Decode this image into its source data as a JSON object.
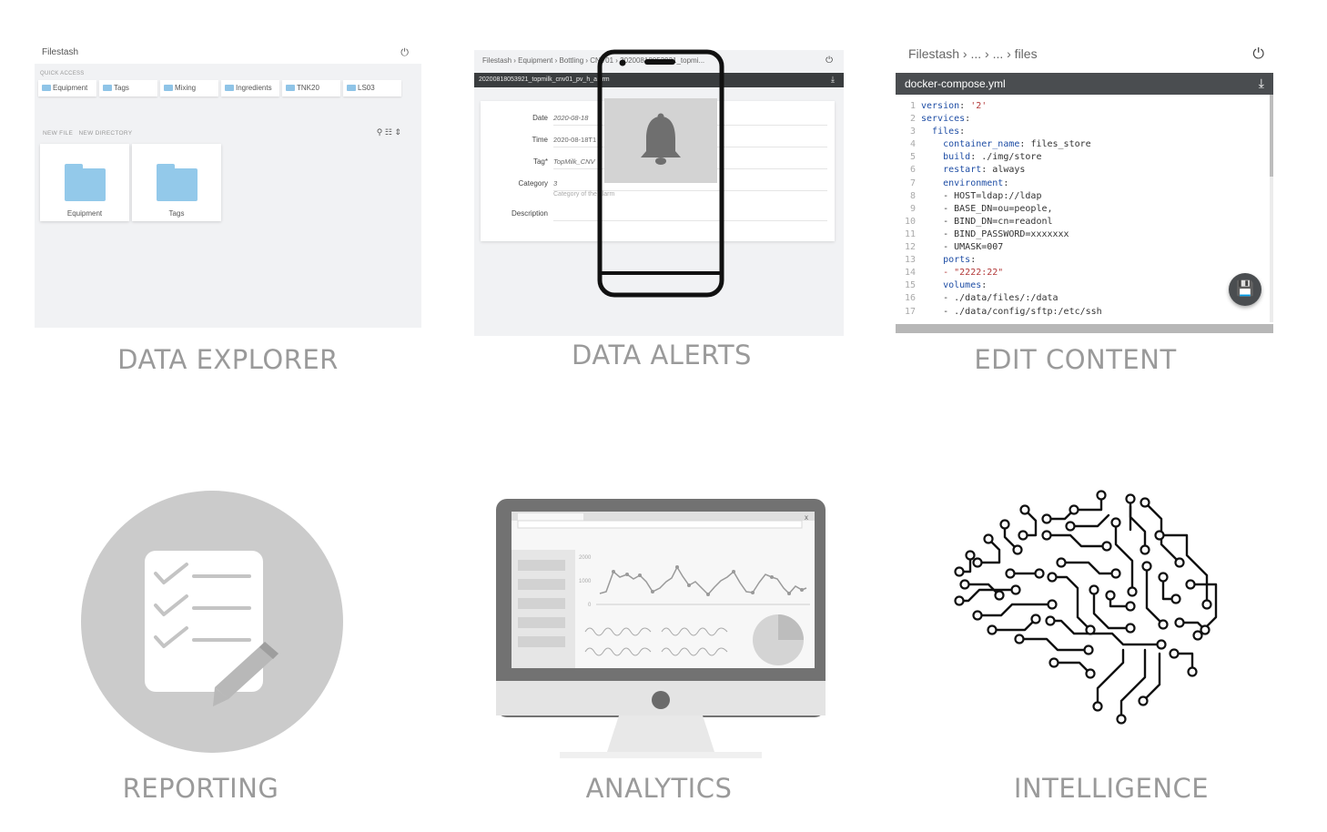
{
  "captions": {
    "explorer": "DATA EXPLORER",
    "alerts": "DATA ALERTS",
    "edit": "EDIT CONTENT",
    "reporting": "REPORTING",
    "analytics": "ANALYTICS",
    "intelligence": "INTELLIGENCE"
  },
  "explorer": {
    "brand": "Filestash",
    "power_icon": "⏻",
    "quick_access_label": "QUICK ACCESS",
    "quick_access": [
      "Equipment",
      "Tags",
      "Mixing",
      "Ingredients",
      "TNK20",
      "LS03"
    ],
    "new_file": "NEW FILE",
    "new_directory": "NEW DIRECTORY",
    "tools": "⚲ ☷ ⇕",
    "folders": [
      "Equipment",
      "Tags"
    ]
  },
  "alerts": {
    "breadcrumb": "Filestash  ›  Equipment  ›  Bottling  ›  CNV01  ›  20200818053921_topmi...",
    "power_icon": "⏻",
    "file_title": "20200818053921_topmilk_cnv01_pv_h_alarm",
    "download_icon": "⤓",
    "fields": {
      "date_label": "Date",
      "date_value": "2020-08-18",
      "time_label": "Time",
      "time_value": "2020-08-18T1",
      "tag_label": "Tag*",
      "tag_value": "TopMilk_CNV",
      "category_label": "Category",
      "category_value": "3",
      "category_hint": "Category of the alarm",
      "description_label": "Description"
    }
  },
  "editor": {
    "breadcrumb": "Filestash  ›  ...  ›  ...  ›  files",
    "power_icon": "⏻",
    "filename": "docker-compose.yml",
    "download_icon": "⤓",
    "save_icon": "💾",
    "lines": [
      {
        "n": "1",
        "ind": "",
        "key": "version",
        "sep": ": ",
        "val": "'2'",
        "vt": "s"
      },
      {
        "n": "2",
        "ind": "",
        "key": "services",
        "sep": ":",
        "val": "",
        "vt": "p"
      },
      {
        "n": "3",
        "ind": "  ",
        "key": "files",
        "sep": ":",
        "val": "",
        "vt": "p"
      },
      {
        "n": "4",
        "ind": "    ",
        "key": "container_name",
        "sep": ": ",
        "val": "files_store",
        "vt": "p"
      },
      {
        "n": "5",
        "ind": "    ",
        "key": "build",
        "sep": ": ",
        "val": "./img/store",
        "vt": "p"
      },
      {
        "n": "6",
        "ind": "    ",
        "key": "restart",
        "sep": ": ",
        "val": "always",
        "vt": "p"
      },
      {
        "n": "7",
        "ind": "    ",
        "key": "environment",
        "sep": ":",
        "val": "",
        "vt": "p"
      },
      {
        "n": "8",
        "ind": "    ",
        "key": "",
        "sep": "",
        "val": "- HOST=ldap://ldap",
        "vt": "p"
      },
      {
        "n": "9",
        "ind": "    ",
        "key": "",
        "sep": "",
        "val": "- BASE_DN=ou=people,",
        "vt": "p"
      },
      {
        "n": "10",
        "ind": "    ",
        "key": "",
        "sep": "",
        "val": "- BIND_DN=cn=readonl",
        "vt": "p"
      },
      {
        "n": "11",
        "ind": "    ",
        "key": "",
        "sep": "",
        "val": "- BIND_PASSWORD=xxxxxxx",
        "vt": "p"
      },
      {
        "n": "12",
        "ind": "    ",
        "key": "",
        "sep": "",
        "val": "- UMASK=007",
        "vt": "p"
      },
      {
        "n": "13",
        "ind": "    ",
        "key": "ports",
        "sep": ":",
        "val": "",
        "vt": "p"
      },
      {
        "n": "14",
        "ind": "    ",
        "key": "",
        "sep": "",
        "val": "- \"2222:22\"",
        "vt": "s"
      },
      {
        "n": "15",
        "ind": "    ",
        "key": "volumes",
        "sep": ":",
        "val": "",
        "vt": "p"
      },
      {
        "n": "16",
        "ind": "    ",
        "key": "",
        "sep": "",
        "val": "- ./data/files/:/data",
        "vt": "p"
      },
      {
        "n": "17",
        "ind": "    ",
        "key": "",
        "sep": "",
        "val": "- ./data/config/sftp:/etc/ssh",
        "vt": "p"
      }
    ]
  },
  "analytics": {
    "chart_y_ticks": [
      "2000",
      "1000",
      "0"
    ],
    "close_x": "x"
  }
}
